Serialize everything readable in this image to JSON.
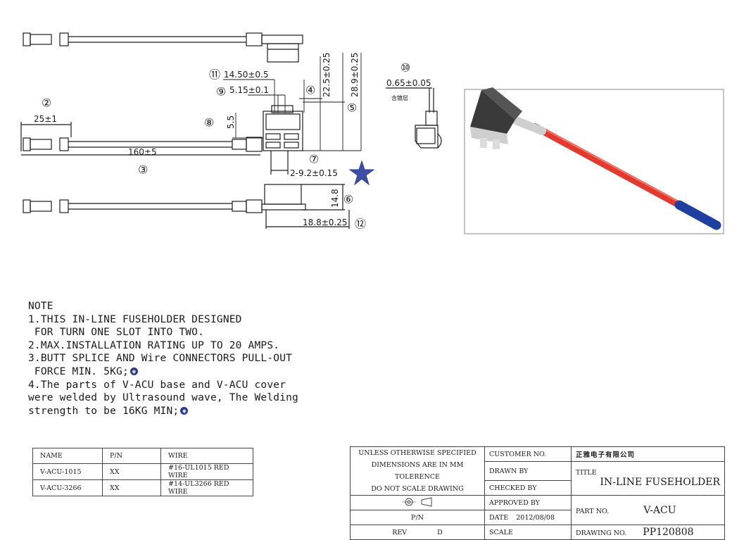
{
  "dimensions": {
    "d_11": "14.50±0.5",
    "d_9": "5.15±0.1",
    "d_2": "25±1",
    "d_8": "5.5",
    "d_3": "160±5",
    "d_7": "2-9.2±0.15",
    "d_4": "22.5±0.25",
    "d_5": "28.9±0.25",
    "d_6": "14.8",
    "d_12": "18.8±0.25",
    "d_10": "0.65±0.05",
    "plating_note": "含镀层"
  },
  "balloons": [
    "⑪",
    "⑨",
    "④",
    "⑤",
    "②",
    "⑧",
    "⑦",
    "③",
    "⑥",
    "⑫",
    "⑩"
  ],
  "notes": {
    "heading": "NOTE",
    "lines": [
      "1.THIS IN-LINE FUSEHOLDER DESIGNED",
      " FOR TURN ONE SLOT INTO TWO.",
      "2.MAX.INSTALLATION RATING UP TO 20 AMPS.",
      "3.BUTT SPLICE AND Wire CONNECTORS PULL-OUT",
      " FORCE MIN. 5KG;",
      "4.The parts of V-ACU base and V-ACU cover",
      "were welded by Ultrasound wave, The Welding",
      "strength to be 16KG MIN;"
    ]
  },
  "parts_table": {
    "headers": [
      "NAME",
      "P/N",
      "WIRE"
    ],
    "rows": [
      [
        "V-ACU-1015",
        "XX",
        "#16-UL1015 RED WIRE"
      ],
      [
        "V-ACU-3266",
        "XX",
        "#14-UL3266 RED WIRE"
      ]
    ]
  },
  "title_block": {
    "spec_line1": "UNLESS OTHERWISE SPECIFIED",
    "spec_line2": "DIMENSIONS ARE IN MM TOLERENCE",
    "spec_line3": "DO NOT SCALE DRAWING",
    "pn_label": "P/N",
    "rev_label": "REV",
    "rev_value": "D",
    "customer_no": "CUSTOMER NO.",
    "drawn_by": "DRAWN BY",
    "checked_by": "CHECKED BY",
    "approved_by": "APPROVED BY",
    "date_label": "DATE",
    "date_value": "2012/08/08",
    "scale_label": "SCALE",
    "company": "正雅电子有限公司",
    "title_label": "TITLE",
    "title_value": "IN-LINE FUSEHOLDER",
    "part_no_label": "PART NO.",
    "part_no_value": "V-ACU",
    "drawing_no_label": "DRAWING NO.",
    "drawing_no_value": "PP120808"
  },
  "colors": {
    "line": "#1a1a1a",
    "star": "#3f4fa8",
    "wire_red": "#e23a2e",
    "wire_blue": "#1f3fa0",
    "holder_dark": "#3a3a3a"
  }
}
